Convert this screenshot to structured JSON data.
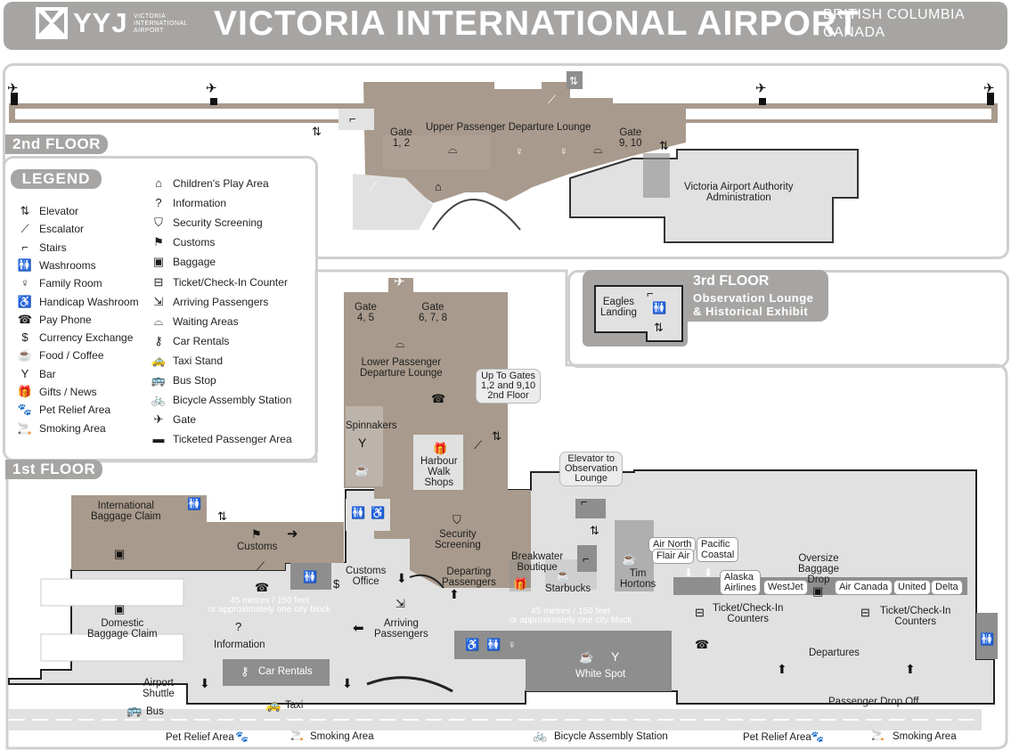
{
  "header": {
    "logo": "YYJ",
    "logo_sub": [
      "VICTORIA",
      "INTERNATIONAL",
      "AIRPORT"
    ],
    "title": "VICTORIA INTERNATIONAL AIRPORT",
    "region": [
      "BRITISH COLUMBIA",
      "CANADA"
    ],
    "colors": {
      "header": "#a7a5a3",
      "ticketed_area": "#a89a8c",
      "public_area": "#e1e1e1",
      "service": "#8e8e8e"
    }
  },
  "floors": {
    "second": "2nd FLOOR",
    "first": "1st FLOOR",
    "third_title": "3rd FLOOR",
    "third_sub": [
      "Observation Lounge",
      "& Historical Exhibit"
    ]
  },
  "legend": {
    "title": "LEGEND",
    "items": [
      {
        "icon": "elevator-icon",
        "glyph": "⇅",
        "label": "Elevator"
      },
      {
        "icon": "escalator-icon",
        "glyph": "⟋",
        "label": "Escalator"
      },
      {
        "icon": "stairs-icon",
        "glyph": "⌐",
        "label": "Stairs"
      },
      {
        "icon": "washrooms-icon",
        "glyph": "🚻",
        "label": "Washrooms"
      },
      {
        "icon": "family-room-icon",
        "glyph": "♀",
        "label": "Family Room"
      },
      {
        "icon": "handicap-washroom-icon",
        "glyph": "♿",
        "label": "Handicap Washroom"
      },
      {
        "icon": "pay-phone-icon",
        "glyph": "☎",
        "label": "Pay Phone"
      },
      {
        "icon": "currency-exchange-icon",
        "glyph": "$",
        "label": "Currency Exchange"
      },
      {
        "icon": "food-coffee-icon",
        "glyph": "☕",
        "label": "Food / Coffee"
      },
      {
        "icon": "bar-icon",
        "glyph": "Y",
        "label": "Bar"
      },
      {
        "icon": "gifts-news-icon",
        "glyph": "🎁",
        "label": "Gifts / News"
      },
      {
        "icon": "pet-relief-icon",
        "glyph": "🐾",
        "label": "Pet Relief Area"
      },
      {
        "icon": "smoking-area-icon",
        "glyph": "🚬",
        "label": "Smoking Area"
      },
      {
        "icon": "childrens-play-icon",
        "glyph": "⌂",
        "label": "Children's Play Area"
      },
      {
        "icon": "information-icon",
        "glyph": "?",
        "label": "Information"
      },
      {
        "icon": "security-screening-icon",
        "glyph": "⛉",
        "label": "Security Screening"
      },
      {
        "icon": "customs-icon",
        "glyph": "⚑",
        "label": "Customs"
      },
      {
        "icon": "baggage-icon",
        "glyph": "▣",
        "label": "Baggage"
      },
      {
        "icon": "ticket-counter-icon",
        "glyph": "⊟",
        "label": "Ticket/Check-In Counter"
      },
      {
        "icon": "arriving-passengers-icon",
        "glyph": "⇲",
        "label": "Arriving Passengers"
      },
      {
        "icon": "waiting-areas-icon",
        "glyph": "⌓",
        "label": "Waiting Areas"
      },
      {
        "icon": "car-rentals-icon",
        "glyph": "⚷",
        "label": "Car Rentals"
      },
      {
        "icon": "taxi-stand-icon",
        "glyph": "🚕",
        "label": "Taxi Stand"
      },
      {
        "icon": "bus-stop-icon",
        "glyph": "🚌",
        "label": "Bus Stop"
      },
      {
        "icon": "bicycle-station-icon",
        "glyph": "🚲",
        "label": "Bicycle Assembly Station"
      },
      {
        "icon": "gate-icon",
        "glyph": "✈",
        "label": "Gate"
      },
      {
        "icon": "ticketed-area-swatch",
        "glyph": "▬",
        "label": "Ticketed Passenger Area"
      }
    ]
  },
  "second_floor": {
    "gate_left": [
      "Gate",
      "1, 2"
    ],
    "gate_right": [
      "Gate",
      "9, 10"
    ],
    "lounge": "Upper Passenger Departure Lounge",
    "authority": [
      "Victoria Airport Authority",
      "Administration"
    ]
  },
  "third_floor": {
    "eagles": [
      "Eagles",
      "Landing"
    ]
  },
  "first_floor": {
    "gate_45": [
      "Gate",
      "4, 5"
    ],
    "gate_678": [
      "Gate",
      "6, 7, 8"
    ],
    "lower_lounge": [
      "Lower Passenger",
      "Departure Lounge"
    ],
    "up_to_gates": [
      "Up To Gates",
      "1,2 and 9,10",
      "2nd Floor"
    ],
    "spinnakers": "Spinnakers",
    "harbour": [
      "Harbour",
      "Walk",
      "Shops"
    ],
    "security": [
      "Security",
      "Screening"
    ],
    "departing": [
      "Departing",
      "Passengers"
    ],
    "intl_baggage": [
      "International",
      "Baggage Claim"
    ],
    "customs": "Customs",
    "customs_office": [
      "Customs",
      "Office"
    ],
    "arriving": [
      "Arriving",
      "Passengers"
    ],
    "domestic_baggage": [
      "Domestic",
      "Baggage Claim"
    ],
    "information": "Information",
    "car_rentals": "Car Rentals",
    "airport_shuttle": [
      "Airport",
      "Shuttle"
    ],
    "bus": "Bus",
    "taxi": "Taxi",
    "distance1": [
      "45 metres / 150 feet",
      "or approximately one city block"
    ],
    "distance2": [
      "45 metres / 150 feet",
      "or approximately one city block"
    ],
    "breakwater": [
      "Breakwater",
      "Boutique"
    ],
    "starbucks": "Starbucks",
    "tim_hortons": [
      "Tim",
      "Hortons"
    ],
    "elevator_obs": [
      "Elevator to",
      "Observation",
      "Lounge"
    ],
    "airlines": {
      "air_north": "Air North",
      "flair": "Flair Air",
      "pacific": [
        "Pacific",
        "Coastal"
      ],
      "alaska": [
        "Alaska",
        "Airlines"
      ],
      "westjet": "WestJet",
      "air_canada": "Air Canada",
      "united": "United",
      "delta": "Delta"
    },
    "oversize": [
      "Oversize",
      "Baggage",
      "Drop"
    ],
    "ticket1": [
      "Ticket/Check-In",
      "Counters"
    ],
    "ticket2": [
      "Ticket/Check-In",
      "Counters"
    ],
    "white_spot": "White Spot",
    "departures": "Departures",
    "drop_off": "Passenger Drop Off"
  },
  "street": {
    "pet1": "Pet Relief Area",
    "smoking1": "Smoking Area",
    "bicycle": "Bicycle Assembly Station",
    "pet2": "Pet Relief Area",
    "smoking2": "Smoking Area"
  }
}
